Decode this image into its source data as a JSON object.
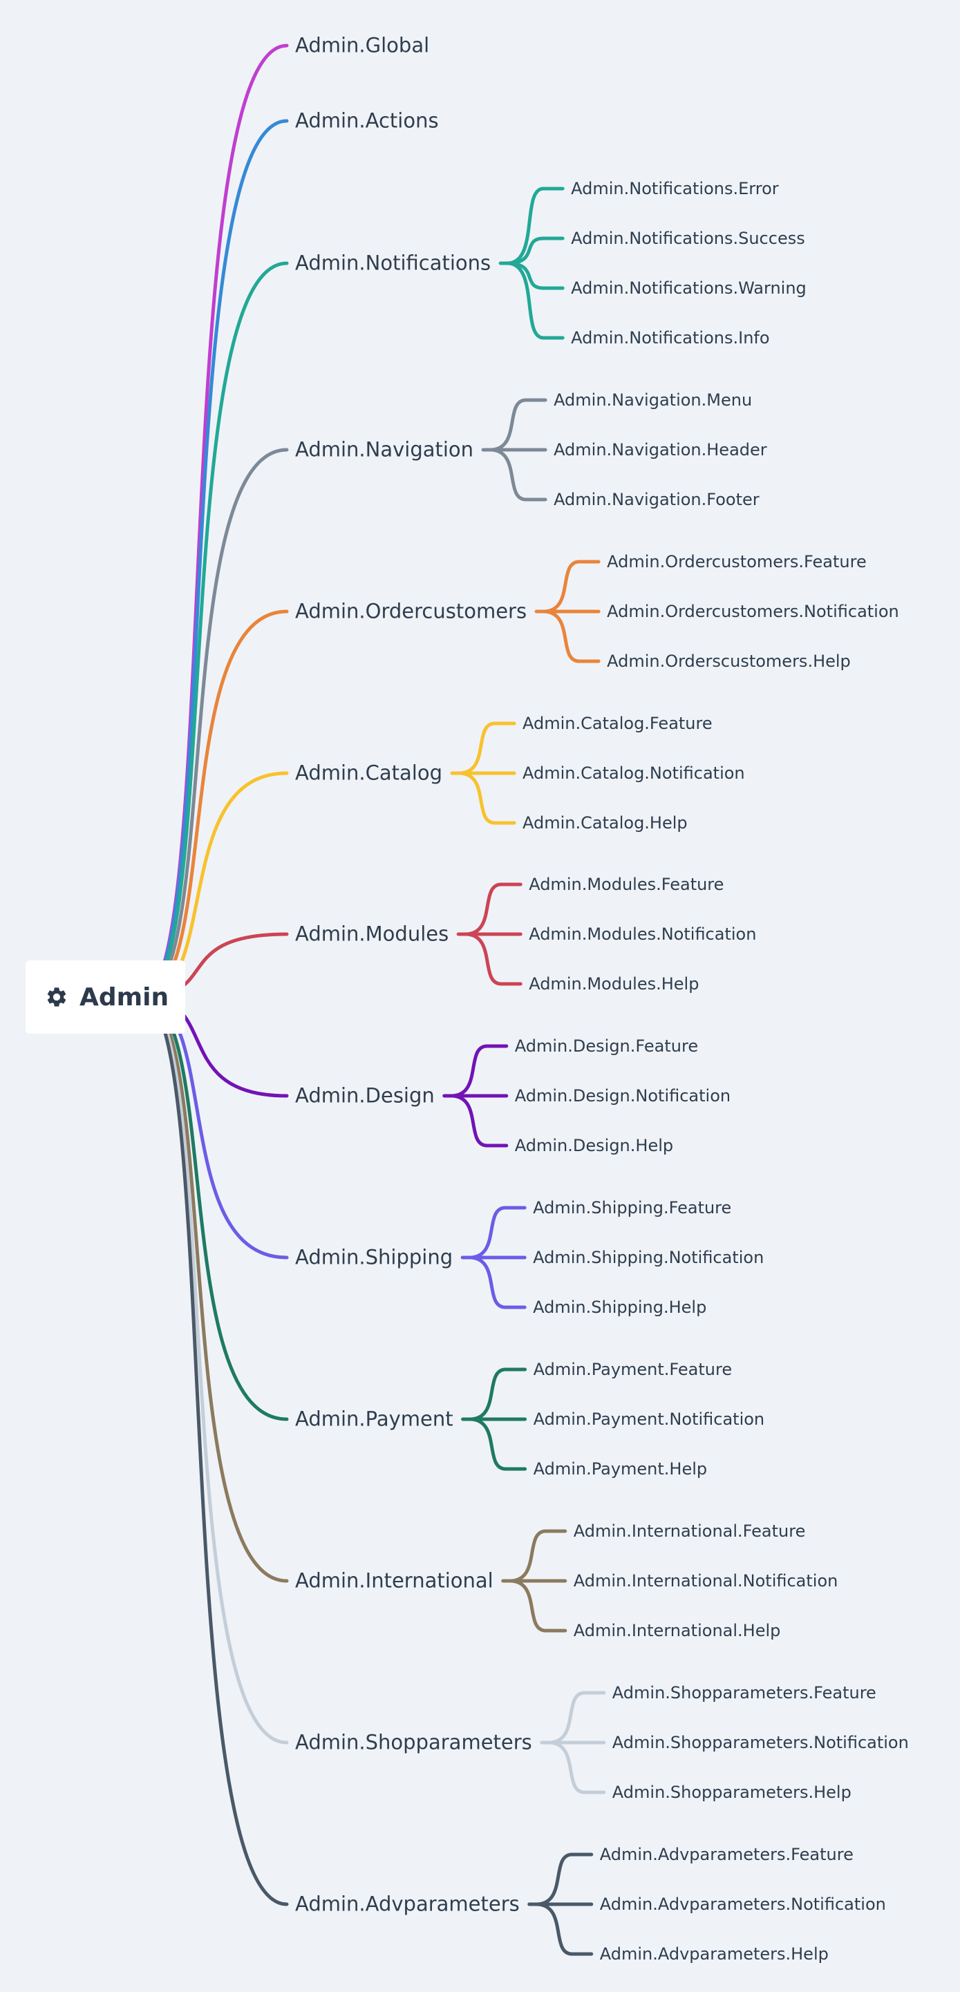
{
  "root": {
    "label": "Admin",
    "icon": "gear-icon"
  },
  "branches": [
    {
      "label": "Admin.Global",
      "color": "#c03ed0",
      "children": []
    },
    {
      "label": "Admin.Actions",
      "color": "#3689d6",
      "children": []
    },
    {
      "label": "Admin.Notifications",
      "color": "#22a896",
      "children": [
        "Admin.Notifications.Error",
        "Admin.Notifications.Success",
        "Admin.Notifications.Warning",
        "Admin.Notifications.Info"
      ]
    },
    {
      "label": "Admin.Navigation",
      "color": "#7d8997",
      "children": [
        "Admin.Navigation.Menu",
        "Admin.Navigation.Header",
        "Admin.Navigation.Footer"
      ]
    },
    {
      "label": "Admin.Ordercustomers",
      "color": "#e9843b",
      "children": [
        "Admin.Ordercustomers.Feature",
        "Admin.Ordercustomers.Notification",
        "Admin.Orderscustomers.Help"
      ]
    },
    {
      "label": "Admin.Catalog",
      "color": "#f8c12e",
      "children": [
        "Admin.Catalog.Feature",
        "Admin.Catalog.Notification",
        "Admin.Catalog.Help"
      ]
    },
    {
      "label": "Admin.Modules",
      "color": "#cc4455",
      "children": [
        "Admin.Modules.Feature",
        "Admin.Modules.Notification",
        "Admin.Modules.Help"
      ]
    },
    {
      "label": "Admin.Design",
      "color": "#7213b6",
      "children": [
        "Admin.Design.Feature",
        "Admin.Design.Notification",
        "Admin.Design.Help"
      ]
    },
    {
      "label": "Admin.Shipping",
      "color": "#6c5ce7",
      "children": [
        "Admin.Shipping.Feature",
        "Admin.Shipping.Notification",
        "Admin.Shipping.Help"
      ]
    },
    {
      "label": "Admin.Payment",
      "color": "#1f7a62",
      "children": [
        "Admin.Payment.Feature",
        "Admin.Payment.Notification",
        "Admin.Payment.Help"
      ]
    },
    {
      "label": "Admin.International",
      "color": "#8c7a5f",
      "children": [
        "Admin.International.Feature",
        "Admin.International.Notification",
        "Admin.International.Help"
      ]
    },
    {
      "label": "Admin.Shopparameters",
      "color": "#c4ced9",
      "children": [
        "Admin.Shopparameters.Feature",
        "Admin.Shopparameters.Notification",
        "Admin.Shopparameters.Help"
      ]
    },
    {
      "label": "Admin.Advparameters",
      "color": "#4a5868",
      "children": [
        "Admin.Advparameters.Feature",
        "Admin.Advparameters.Notification",
        "Admin.Advparameters.Help"
      ]
    }
  ]
}
